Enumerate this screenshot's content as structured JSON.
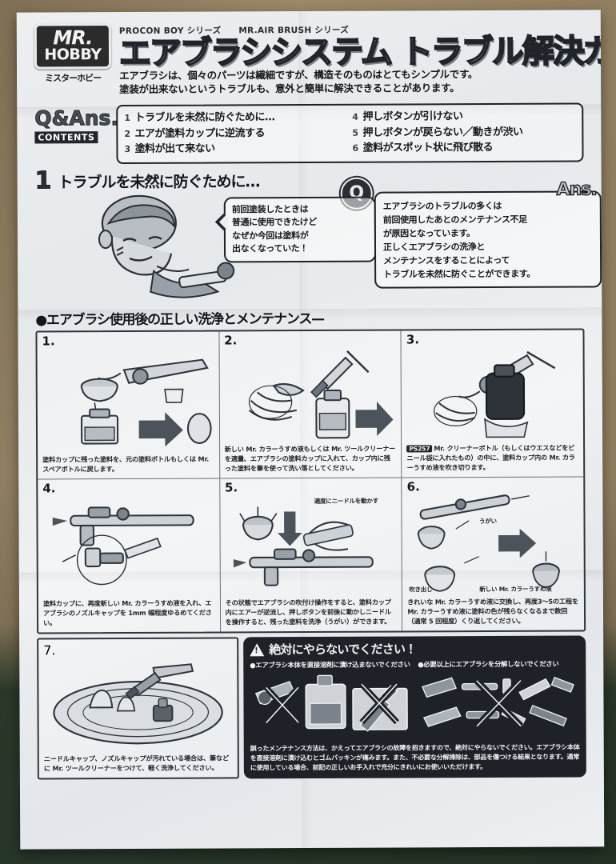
{
  "brand": {
    "logo_mr": "MR.",
    "logo_hobby": "HOBBY",
    "logo_kana": "ミスターホビー"
  },
  "header": {
    "series_1": "PROCON BOY シリーズ",
    "series_2": "MR.AIR BRUSH シリーズ",
    "title": "エアブラシシステム トラブル解決ガイド",
    "lead_1": "エアブラシは、個々のパーツは繊細ですが、構造そのものはとてもシンプルです。",
    "lead_2": "塗装が出来ないというトラブルも、意外と簡単に解決できることがあります。"
  },
  "contents": {
    "badge_q": "Q",
    "badge_amp": "&",
    "badge_ans": "Ans.",
    "badge_label": "CONTENTS",
    "left": [
      {
        "num": "1",
        "label": "トラブルを未然に防ぐために…"
      },
      {
        "num": "2",
        "label": "エアが塗料カップに逆流する"
      },
      {
        "num": "3",
        "label": "塗料が出て来ない"
      }
    ],
    "right": [
      {
        "num": "4",
        "label": "押しボタンが引けない"
      },
      {
        "num": "5",
        "label": "押しボタンが戻らない／動きが渋い"
      },
      {
        "num": "6",
        "label": "塗料がスポット状に飛び散る"
      }
    ]
  },
  "section1": {
    "number": "1",
    "title": "トラブルを未然に防ぐために…",
    "q_icon": "Q",
    "bubble": "前回塗装したときは\n普通に使用できたけど\nなぜか今回は塗料が\n出なくなっていた！",
    "ans_label": "Ans.",
    "answer": "エアブラシのトラブルの多くは\n前回使用したあとのメンテナンス不足\nが原因となっています。\n正しくエアブラシの洗浄と\nメンテナンスをすることによって\nトラブルを未然に防ぐことができます。"
  },
  "maintenance": {
    "heading": "●エアブラシ使用後の正しい洗浄とメンテナンス—",
    "steps": [
      {
        "num": "1.",
        "caption": "塗料カップに残った塗料を、元の塗料ボトルもしくは Mr. スペアボトルに戻します。"
      },
      {
        "num": "2.",
        "caption": "新しい Mr. カラーうすめ液もしくは Mr. ツールクリーナーを適量、エアブラシの塗料カップに入れて、カップ内に残った塗料を筆を使って洗い落としてください。"
      },
      {
        "num": "3.",
        "code": "PS257",
        "caption": "Mr. クリーナーボトル（もしくはウエスなどをビニール袋に入れたもの）の中に、塗料カップ内の Mr. カラーうすめ液を吹き切ります。"
      },
      {
        "num": "4.",
        "caption": "塗料カップに、再度新しい Mr. カラーうすめ液を入れ、エアブラシのノズルキャップを 1mm 幅程度ゆるめてください。"
      },
      {
        "num": "5.",
        "label_1": "適度にニードルを動かす",
        "caption": "その状態でエアブラシの吹付け操作をすると、塗料カップ内にエアーが逆流し、押しボタンを前後に動かしニードルを操作すると、残った塗料を洗浄（うがい）ができます。"
      },
      {
        "num": "6.",
        "label_1": "うがい",
        "label_2": "吹き出し",
        "label_3": "新しい Mr. カラーうすめ液",
        "caption": "きれいな Mr. カラーうすめ液に交換し、再度3〜5の工程を Mr. カラーうすめ液に塗料の色が残らなくなるまで数回（通常 5 回程度）くり返してください。"
      },
      {
        "num": "7.",
        "caption": "ニードルキャップ、ノズルキャップが汚れている場合は、筆などに Mr. ツールクリーナーをつけて、軽く洗浄してください。"
      }
    ]
  },
  "warning": {
    "title": "絶対にやらないでください！",
    "item_1": "●エアブラシ本体を直接溶剤に漬け込まないでください",
    "item_2": "●必要以上にエアブラシを分解しないでください",
    "note": "誤ったメンテナンス方法は、かえってエアブラシの故障を招きますので、絶対にやらないでください。エアブラシ本体を直接溶剤に漬け込むとゴムパッキンが痛みます。また、不必要な分解掃除は、部品を傷つける結果となります。通常に使用している場合、前記の正しいお手入れで充分にきれいにお使いいただけます。"
  },
  "colors": {
    "paper": "#eceef0",
    "ink": "#15181c",
    "warning_bg": "#1e2228",
    "backdrop_card": "#9c8868",
    "backdrop_green": "#2c3b2b"
  }
}
